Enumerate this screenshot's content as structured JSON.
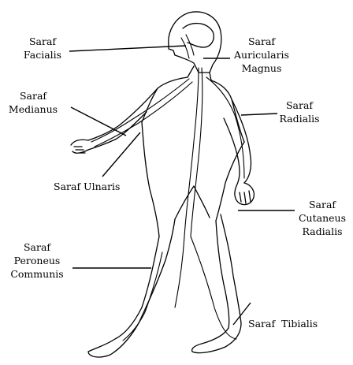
{
  "labels": {
    "facialis": [
      "Saraf",
      "Facialis"
    ],
    "auricularis": [
      "Saraf",
      "Auricularis",
      "Magnus"
    ],
    "medianus": [
      "Saraf",
      "Medianus"
    ],
    "radialis": [
      "Saraf",
      "Radialis"
    ],
    "ulnaris": "Saraf Ulnaris",
    "cutaneus": [
      "Saraf",
      "Cutaneus",
      "Radialis"
    ],
    "peroneus": [
      "Saraf",
      "Peroneus",
      "Communis"
    ],
    "tibialis": "Saraf  Tibialis"
  }
}
